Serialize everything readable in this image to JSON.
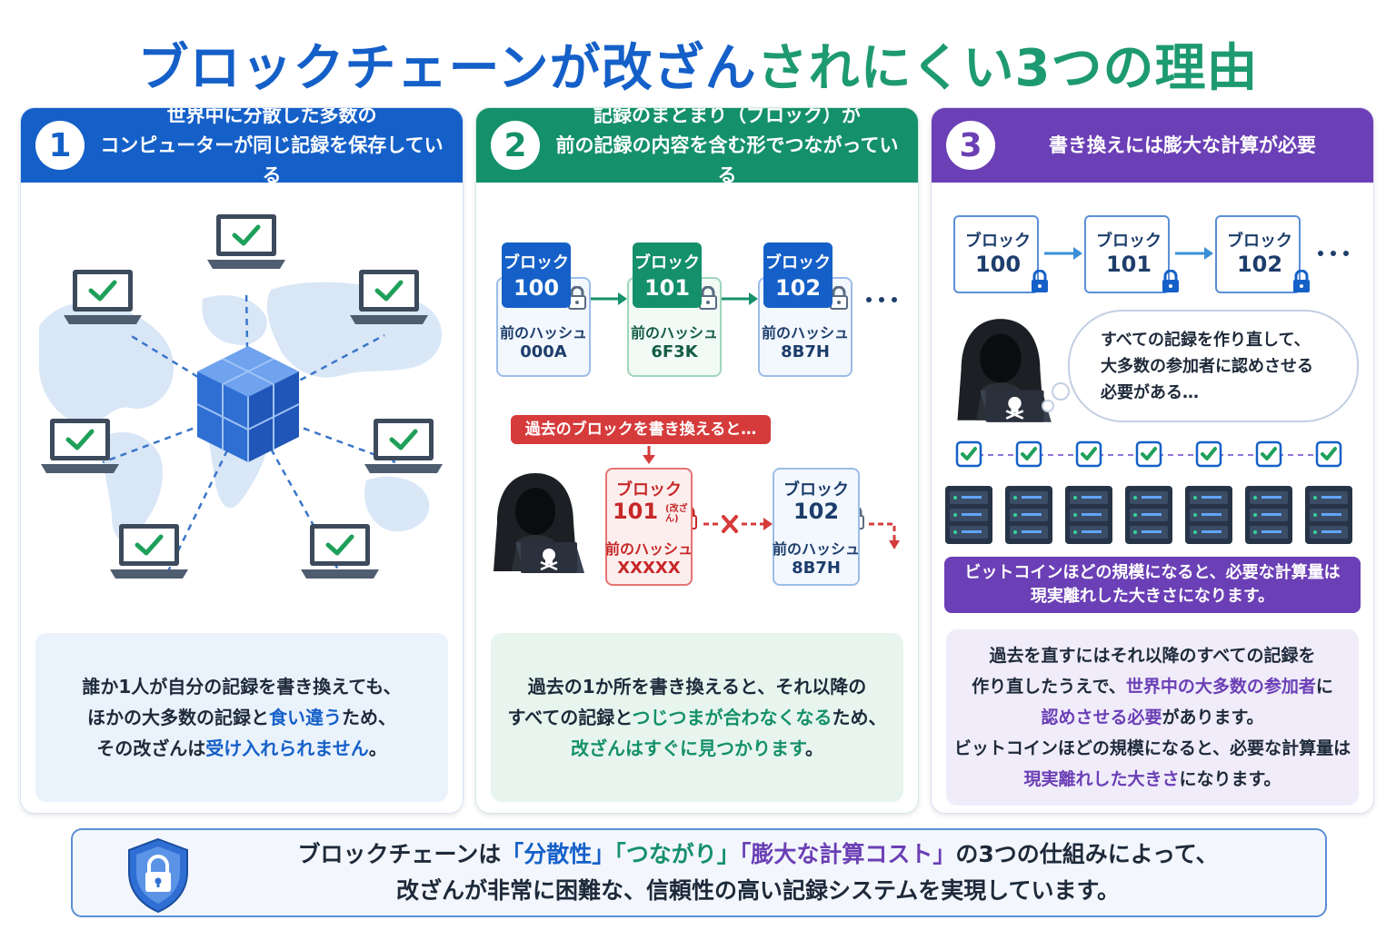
{
  "title": {
    "part1": "ブロックチェーンが改ざん",
    "part2": "されにくい3つの理由"
  },
  "panels": [
    {
      "number": "1",
      "header_line1": "世界中に分散した多数の",
      "header_line2": "コンピューターが同じ記録を保存している",
      "desc": {
        "l1": "誰か1人が自分の記録を書き換えても、",
        "l2_a": "ほかの大多数の記録と",
        "l2_hl": "食い違う",
        "l2_b": "ため、",
        "l3_a": "その改ざんは",
        "l3_hl": "受け入れられません",
        "l3_b": "。"
      }
    },
    {
      "number": "2",
      "header_line1": "記録のまとまり（ブロック）が",
      "header_line2": "前の記録の内容を含む形でつながっている",
      "chain": [
        {
          "label": "ブロック",
          "no": "100",
          "hash_label": "前のハッシュ",
          "hash": "000A"
        },
        {
          "label": "ブロック",
          "no": "101",
          "hash_label": "前のハッシュ",
          "hash": "6F3K"
        },
        {
          "label": "ブロック",
          "no": "102",
          "hash_label": "前のハッシュ",
          "hash": "8B7H"
        }
      ],
      "ellipsis": "…",
      "warning": "過去のブロックを書き換えると…",
      "tampered": {
        "label": "ブロック",
        "no": "101",
        "tag": "(改ざん)",
        "hash_label": "前のハッシュ",
        "hash": "XXXXX"
      },
      "next": {
        "label": "ブロック",
        "no": "102",
        "hash_label": "前のハッシュ",
        "hash": "8B7H"
      },
      "desc": {
        "l1": "過去の1か所を書き換えると、それ以降の",
        "l2_a": "すべての記録と",
        "l2_hl": "つじつまが合わなくなる",
        "l2_b": "ため、",
        "l3_hl": "改ざんはすぐに見つかります",
        "l3_b": "。"
      }
    },
    {
      "number": "3",
      "header": "書き換えには膨大な計算が必要",
      "blocks": [
        {
          "label": "ブロック",
          "no": "100"
        },
        {
          "label": "ブロック",
          "no": "101"
        },
        {
          "label": "ブロック",
          "no": "102"
        }
      ],
      "ellipsis": "…",
      "thought_l1": "すべての記録を作り直して、",
      "thought_l2": "大多数の参加者に認めさせる",
      "thought_l3": "必要がある…",
      "band_l1": "ビットコインほどの規模になると、必要な計算量は",
      "band_l2": "現実離れした大きさになります。",
      "desc": {
        "l1": "過去を直すにはそれ以降のすべての記録を",
        "l2_a": "作り直したうえで、",
        "l2_hl": "世界中の大多数の参加者",
        "l2_b": "に",
        "l3_hl": "認めさせる必要",
        "l3_b": "があります。",
        "l4": "ビットコインほどの規模になると、必要な計算量は",
        "l5_hl": "現実離れした大きさ",
        "l5_b": "になります。"
      }
    }
  ],
  "summary": {
    "l1_a": "ブロックチェーンは",
    "kw1": "「分散性」",
    "kw2": "「つながり」",
    "kw3": "「膨大な計算コスト」",
    "l1_b": "の3つの仕組みによって、",
    "l2": "改ざんが非常に困難な、信頼性の高い記録システムを実現しています。"
  },
  "colors": {
    "blue": "#1560c8",
    "green": "#14906a",
    "purple": "#6b3fb5",
    "red": "#d63b3b"
  }
}
